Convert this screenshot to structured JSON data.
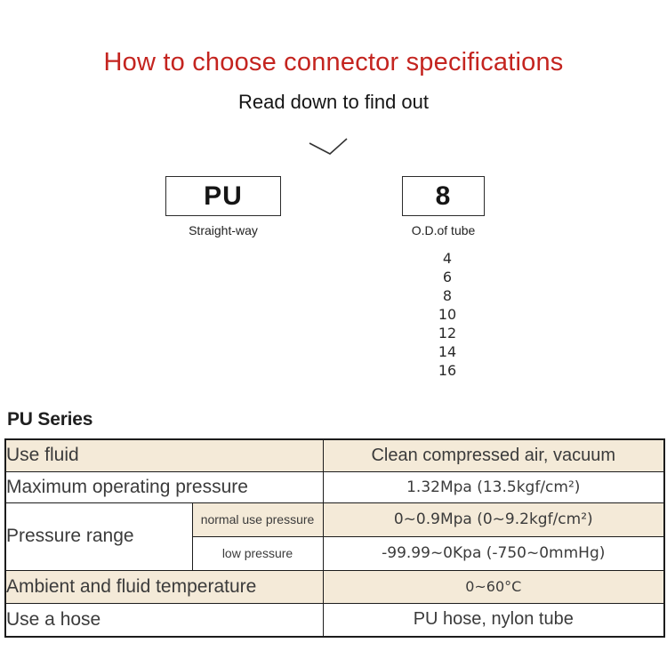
{
  "colors": {
    "accent": "#c4241f",
    "shaded_row_bg": "#f4ead8",
    "table_border": "#1c1c1c",
    "text_dark": "#3b3b3b"
  },
  "page": {
    "title": "How to choose connector specifications",
    "subtitle": "Read down to find out"
  },
  "selector": {
    "model_box": "PU",
    "model_caption": "Straight-way",
    "size_box": "8",
    "size_caption": "O.D.of tube",
    "size_options": [
      "4",
      "6",
      "8",
      "10",
      "12",
      "14",
      "16"
    ]
  },
  "table": {
    "heading": "PU Series",
    "rows": {
      "use_fluid": {
        "label": "Use fluid",
        "value": "Clean compressed air, vacuum"
      },
      "max_pressure": {
        "label": "Maximum operating pressure",
        "value": "1.32Mpa  (13.5kgf/cm²)"
      },
      "pressure_range": {
        "label": "Pressure range",
        "normal": {
          "label": "normal use pressure",
          "value": "0~0.9Mpa  (0~9.2kgf/cm²)"
        },
        "low": {
          "label": "low pressure",
          "value": "-99.99~0Kpa  (-750~0mmHg)"
        }
      },
      "temperature": {
        "label": "Ambient and fluid temperature",
        "value": "0~60°C"
      },
      "hose": {
        "label": "Use a hose",
        "value": "PU hose, nylon tube"
      }
    }
  }
}
